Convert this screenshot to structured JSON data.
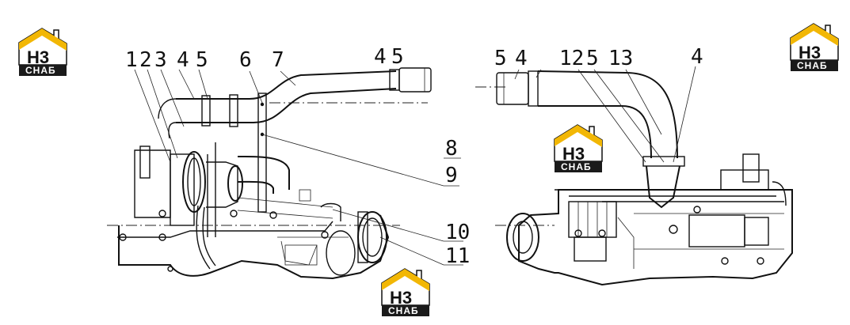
{
  "logo": {
    "letters": "H3",
    "band_text": "СНАБ",
    "roof_color": "#f2b705",
    "band_color": "#1a1a1a"
  },
  "callouts": {
    "left_view": [
      "1",
      "2",
      "3",
      "4",
      "5",
      "6",
      "7",
      "4",
      "5",
      "8",
      "9",
      "10",
      "11"
    ],
    "right_view": [
      "5",
      "4",
      "12",
      "5",
      "13",
      "4"
    ]
  }
}
